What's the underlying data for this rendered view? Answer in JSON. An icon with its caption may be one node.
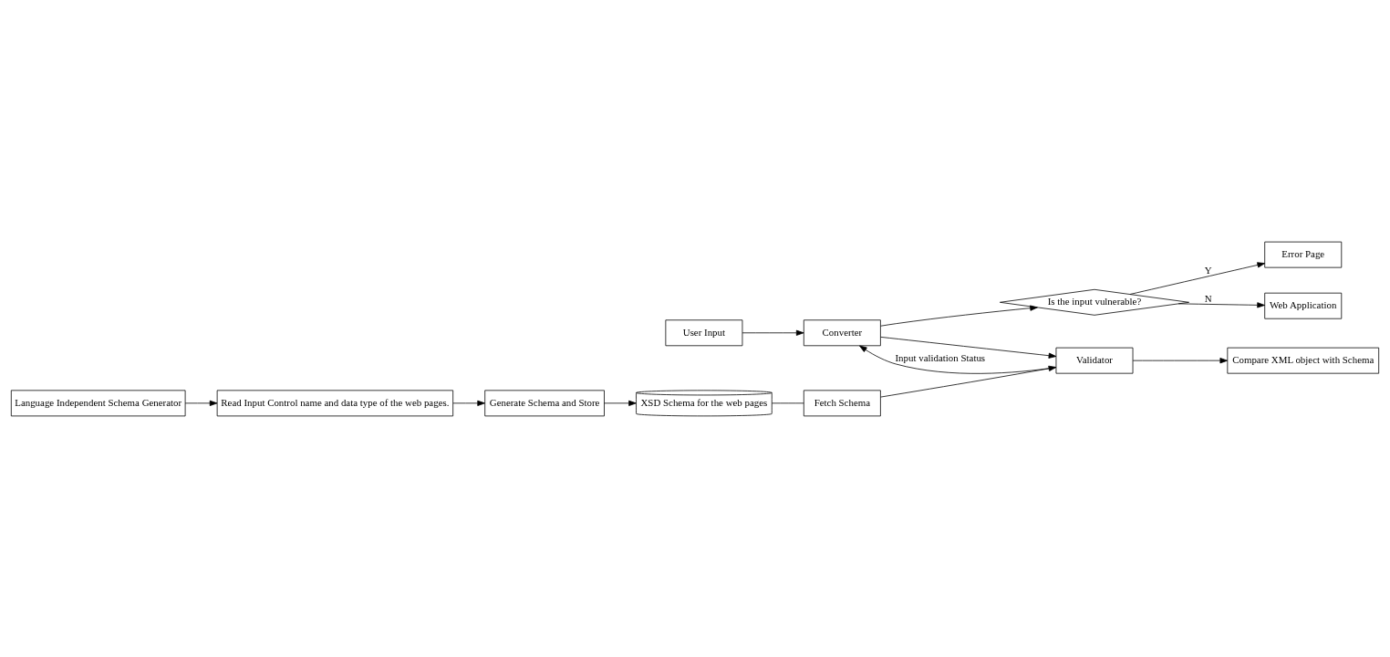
{
  "diagram": {
    "nodes": [
      {
        "text": [
          "User Input"
        ]
      },
      {
        "text": [
          "Converter"
        ]
      },
      {
        "text": [
          "Validator"
        ]
      },
      {
        "text": [
          "Fetch Schema"
        ]
      },
      {
        "text": [
          "Is the input vulnerable?"
        ]
      },
      {
        "text": [
          "Web Application"
        ]
      },
      {
        "text": [
          "Compare XML object with Schema"
        ]
      },
      {
        "text": [
          "XSD Schema for the web pages"
        ]
      },
      {
        "text": [
          "Language Independent Schema Generator"
        ]
      },
      {
        "text": [
          "Read Input Control name and data type of the web pages."
        ]
      },
      {
        "text": [
          "Generate Schema and Store"
        ]
      },
      {
        "text": [
          "Error Page"
        ]
      }
    ],
    "edges": [
      {
        "from": 0,
        "to": 1,
        "arrow": "to"
      },
      {
        "from": 1,
        "to": 2,
        "arrow": "to"
      },
      {
        "from": 2,
        "to": 1,
        "arrow": "to",
        "label": "Input validation Status"
      },
      {
        "from": 3,
        "to": 2,
        "arrow": "to"
      },
      {
        "from": 1,
        "to": 4,
        "arrow": "to"
      },
      {
        "from": 4,
        "to": 5,
        "arrow": "to",
        "label": "N"
      },
      {
        "from": 2,
        "to": 6,
        "arrow": "to"
      },
      {
        "from": 7,
        "to": 3,
        "arrow": "none"
      },
      {
        "from": 4,
        "to": 11,
        "arrow": "to",
        "label": "Y"
      },
      {
        "from": 8,
        "to": 9,
        "arrow": "to"
      },
      {
        "from": 9,
        "to": 10,
        "arrow": "to"
      },
      {
        "from": 10,
        "to": 7,
        "arrow": "to"
      }
    ]
  }
}
